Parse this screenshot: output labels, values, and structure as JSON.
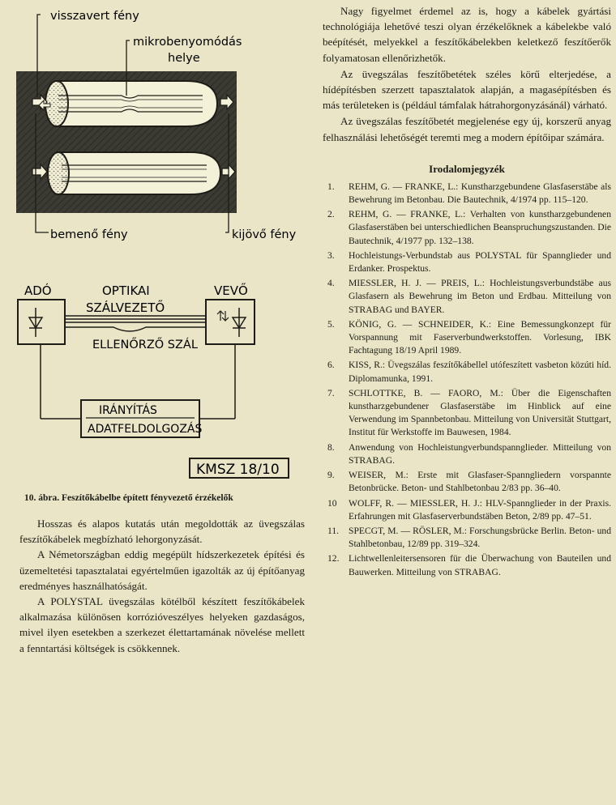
{
  "figure": {
    "top_labels": {
      "reflected_light": "visszavert fény",
      "microbend_line1": "mikrobenyomódás",
      "microbend_line2": "helye",
      "input_light": "bemenő fény",
      "output_light": "kijövő fény"
    },
    "bottom_labels": {
      "transmitter": "ADÓ",
      "receiver": "VEVŐ",
      "optical_line1": "OPTIKAI",
      "optical_line2": "SZÁLVEZETŐ",
      "control_fiber": "ELLENŐRZŐ SZÁL",
      "control_line1": "IRÁNYÍTÁS",
      "control_line2": "ADATFELDOLGOZÁS"
    },
    "stamp": "KMSZ 18/10",
    "caption": "10. ábra. Feszítőkábelbe épített fényvezető érzékelők"
  },
  "left_paragraphs": [
    "Hosszas és alapos kutatás után megoldották az üvegszálas feszítőkábelek megbízható lehorgonyzását.",
    "A Németországban eddig megépült hídszerkezetek építési és üzemeltetési tapasztalatai egyértelműen igazolták az új építőanyag eredményes használhatóságát.",
    "A POLYSTAL üvegszálas kötélből készített feszítőkábelek alkalmazása különösen korrózióveszélyes helyeken gazdaságos, mivel ilyen esetekben a szerkezet élettartamának növelése mellett a fenntartási költségek is csökkennek."
  ],
  "right_paragraphs": [
    "Nagy figyelmet érdemel az is, hogy a kábelek gyártási technológiája lehetővé teszi olyan érzékelőknek a kábelekbe való beépítését, melyekkel a feszítőkábelekben keletkező feszítőerők folyamatosan ellenőrizhetők.",
    "Az üvegszálas feszítőbetétek széles körű elterjedése, a hídépítésben szerzett tapasztalatok alapján, a magasépítésben és más területeken is (például támfalak hátrahorgonyzásánál) várható.",
    "Az üvegszálas feszítőbetét megjelenése egy új, korszerű anyag felhasználási lehetőségét teremti meg a modern építőipar számára."
  ],
  "references_title": "Irodalomjegyzék",
  "references": [
    {
      "num": "1.",
      "text": "REHM, G. — FRANKE, L.: Kunstharzgebundene Glasfaserstäbe als Bewehrung im Betonbau. Die Bautechnik, 4/1974 pp. 115–120."
    },
    {
      "num": "2.",
      "text": "REHM, G. — FRANKE, L.: Verhalten von kunstharzgebundenen Glasfaserstäben bei unterschiedlichen Beanspruchungszustanden. Die Bautechnik, 4/1977 pp. 132–138."
    },
    {
      "num": "3.",
      "text": "Hochleistungs-Verbundstab aus POLYSTAL für Spannglieder und Erdanker. Prospektus."
    },
    {
      "num": "4.",
      "text": "MIESSLER, H. J. — PREIS, L.: Hochleistungsverbundstäbe aus Glasfasern als Bewehrung im Beton und Erdbau. Mitteilung von STRABAG und BAYER."
    },
    {
      "num": "5.",
      "text": "KÖNIG, G. — SCHNEIDER, K.: Eine Bemessungkonzept für Vorspannung mit Faserverbundwerkstoffen. Vorlesung, IBK Fachtagung 18/19 April 1989."
    },
    {
      "num": "6.",
      "text": "KISS, R.: Üvegszálas feszítőkábellel utófeszített vasbeton közúti híd. Diplomamunka, 1991."
    },
    {
      "num": "7.",
      "text": "SCHLOTTKE, B. — FAORO, M.: Über die Eigenschaften kunstharzgebundener Glasfaserstäbe im Hinblick auf eine Verwendung im Spannbetonbau. Mitteilung von Universität Stuttgart, Institut für Werkstoffe im Bauwesen, 1984."
    },
    {
      "num": "8.",
      "text": "Anwendung von Hochleistungverbundspannglieder. Mitteilung von STRABAG."
    },
    {
      "num": "9.",
      "text": "WEISER, M.: Erste mit Glasfaser-Spanngliedern vorspannte Betonbrücke. Beton- und Stahlbetonbau 2/83 pp. 36–40."
    },
    {
      "num": "10",
      "text": "WOLFF, R. — MIESSLER, H. J.: HLV-Spannglieder in der Praxis. Erfahrungen mit Glasfaserverbundstäben Beton, 2/89 pp. 47–51."
    },
    {
      "num": "11.",
      "text": "SPECGT, M. — RÖSLER, M.: Forschungsbrücke Berlin. Beton- und Stahlbetonbau, 12/89 pp. 319–324."
    },
    {
      "num": "12.",
      "text": "Lichtwellenleitersensoren für die Überwachung von Bauteilen und Bauwerken. Mitteilung von STRABAG."
    }
  ]
}
